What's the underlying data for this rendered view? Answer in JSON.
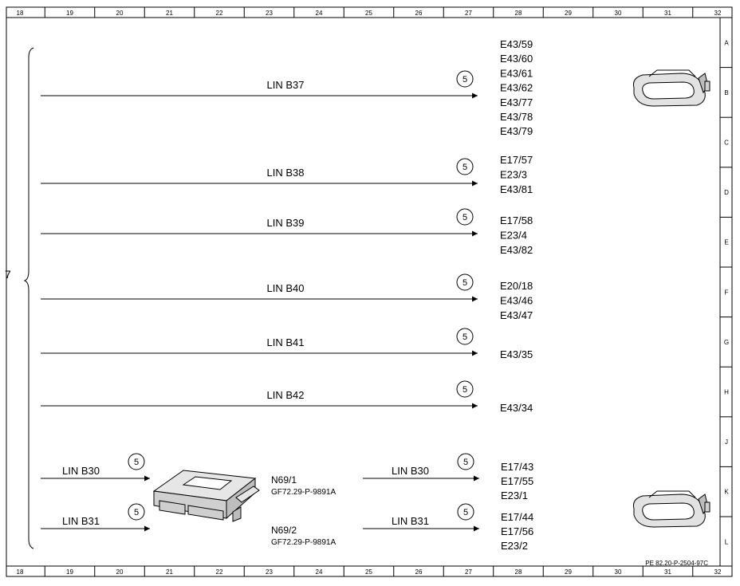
{
  "grid": {
    "columns": [
      "18",
      "19",
      "20",
      "21",
      "22",
      "23",
      "24",
      "25",
      "26",
      "27",
      "28",
      "29",
      "30",
      "31",
      "32"
    ],
    "rows": [
      "A",
      "B",
      "C",
      "D",
      "E",
      "F",
      "G",
      "H",
      "J",
      "K",
      "L"
    ]
  },
  "brace_marker": "7",
  "circle_label": "5",
  "lin_lines": [
    {
      "label": "LIN B37",
      "components": [
        "E43/59",
        "E43/60",
        "E43/61",
        "E43/62",
        "E43/77",
        "E43/78",
        "E43/79"
      ]
    },
    {
      "label": "LIN B38",
      "components": [
        "E17/57",
        "E23/3",
        "E43/81"
      ]
    },
    {
      "label": "LIN B39",
      "components": [
        "E17/58",
        "E23/4",
        "E43/82"
      ]
    },
    {
      "label": "LIN B40",
      "components": [
        "E20/18",
        "E43/46",
        "E43/47"
      ]
    },
    {
      "label": "LIN B41",
      "components": [
        "E43/35"
      ]
    },
    {
      "label": "LIN B42",
      "components": [
        "E43/34"
      ]
    }
  ],
  "modules": [
    {
      "in_label": "LIN B30",
      "name": "N69/1",
      "ref": "GF72.29-P-9891A",
      "out_label": "LIN B30",
      "components": [
        "E17/43",
        "E17/55",
        "E23/1"
      ]
    },
    {
      "in_label": "LIN B31",
      "name": "N69/2",
      "ref": "GF72.29-P-9891A",
      "out_label": "LIN B31",
      "components": [
        "E17/44",
        "E17/56",
        "E23/2"
      ]
    }
  ],
  "footer_code": "PE 82.20-P-2504-97C"
}
